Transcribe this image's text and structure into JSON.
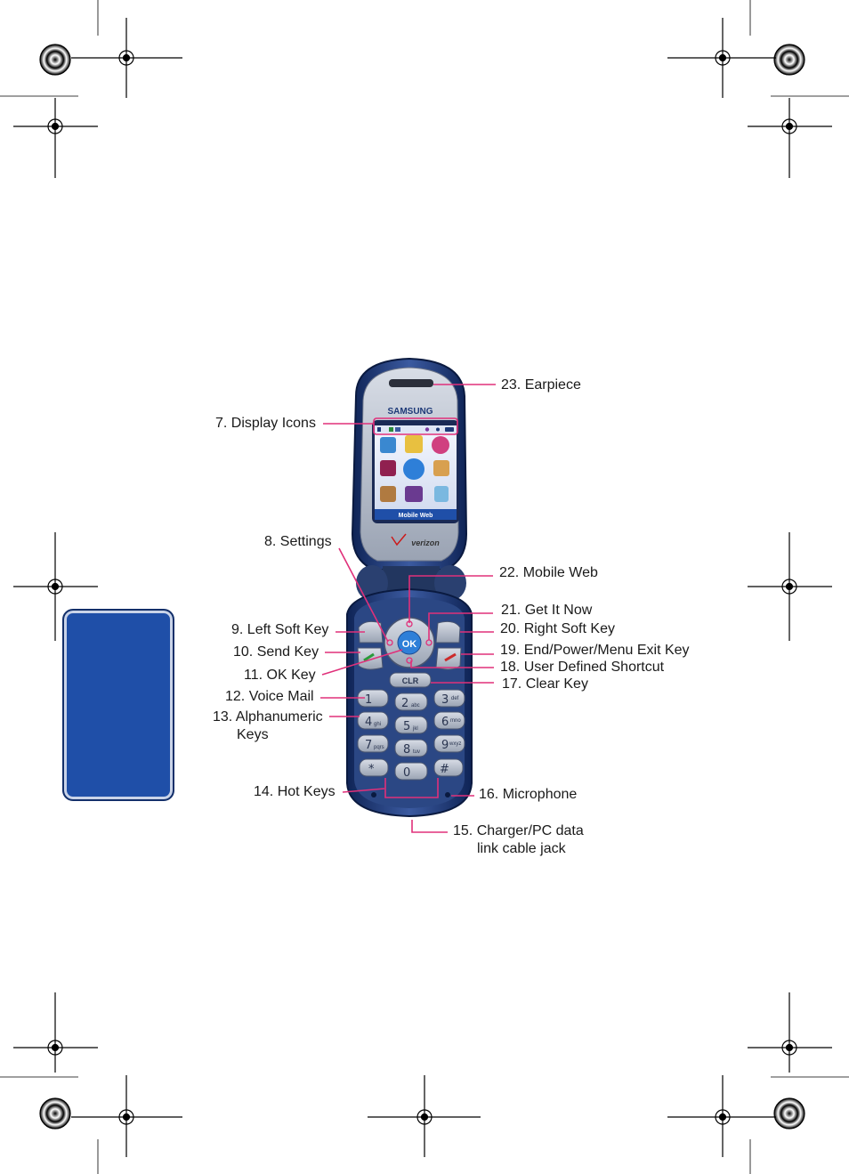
{
  "figure": {
    "brand": "SAMSUNG",
    "carrier": "verizon",
    "screen_title": "Mobile Web",
    "keys": {
      "ok": "OK",
      "clr": "CLR",
      "k1": "1",
      "k2": "2",
      "k3": "3",
      "k4": "4",
      "k5": "5",
      "k6": "6",
      "k7": "7",
      "k8": "8",
      "k9": "9",
      "k0": "0",
      "kstar": "*",
      "khash": "#",
      "s2": "abc",
      "s3": "def",
      "s4": "ghi",
      "s5": "jkl",
      "s6": "mno",
      "s7": "pqrs",
      "s8": "tuv",
      "s9": "wxyz"
    },
    "callouts": [
      {
        "id": "display-icons",
        "text": "7. Display Icons"
      },
      {
        "id": "settings",
        "text": "8. Settings"
      },
      {
        "id": "left-soft-key",
        "text": "9. Left Soft Key"
      },
      {
        "id": "send-key",
        "text": "10. Send Key"
      },
      {
        "id": "ok-key",
        "text": "11. OK Key"
      },
      {
        "id": "voice-mail",
        "text": "12. Voice Mail"
      },
      {
        "id": "alphanumeric-keys-1",
        "text": "13. Alphanumeric"
      },
      {
        "id": "alphanumeric-keys-2",
        "text": "Keys"
      },
      {
        "id": "hot-keys",
        "text": "14. Hot Keys"
      },
      {
        "id": "charger-jack-1",
        "text": "15. Charger/PC data"
      },
      {
        "id": "charger-jack-2",
        "text": "link cable jack"
      },
      {
        "id": "microphone",
        "text": "16. Microphone"
      },
      {
        "id": "clear-key",
        "text": "17. Clear Key"
      },
      {
        "id": "user-shortcut",
        "text": "18. User Defined Shortcut"
      },
      {
        "id": "end-key",
        "text": "19. End/Power/Menu Exit Key"
      },
      {
        "id": "right-soft-key",
        "text": "20. Right Soft Key"
      },
      {
        "id": "get-it-now",
        "text": "21. Get It Now"
      },
      {
        "id": "mobile-web",
        "text": "22. Mobile Web"
      },
      {
        "id": "earpiece",
        "text": "23. Earpiece"
      }
    ]
  },
  "colors": {
    "callout_line": "#e0307a",
    "section_tab": "#1f4fa8",
    "phone_body": "#1e3a78",
    "screen_bg": "#e9eef8"
  }
}
